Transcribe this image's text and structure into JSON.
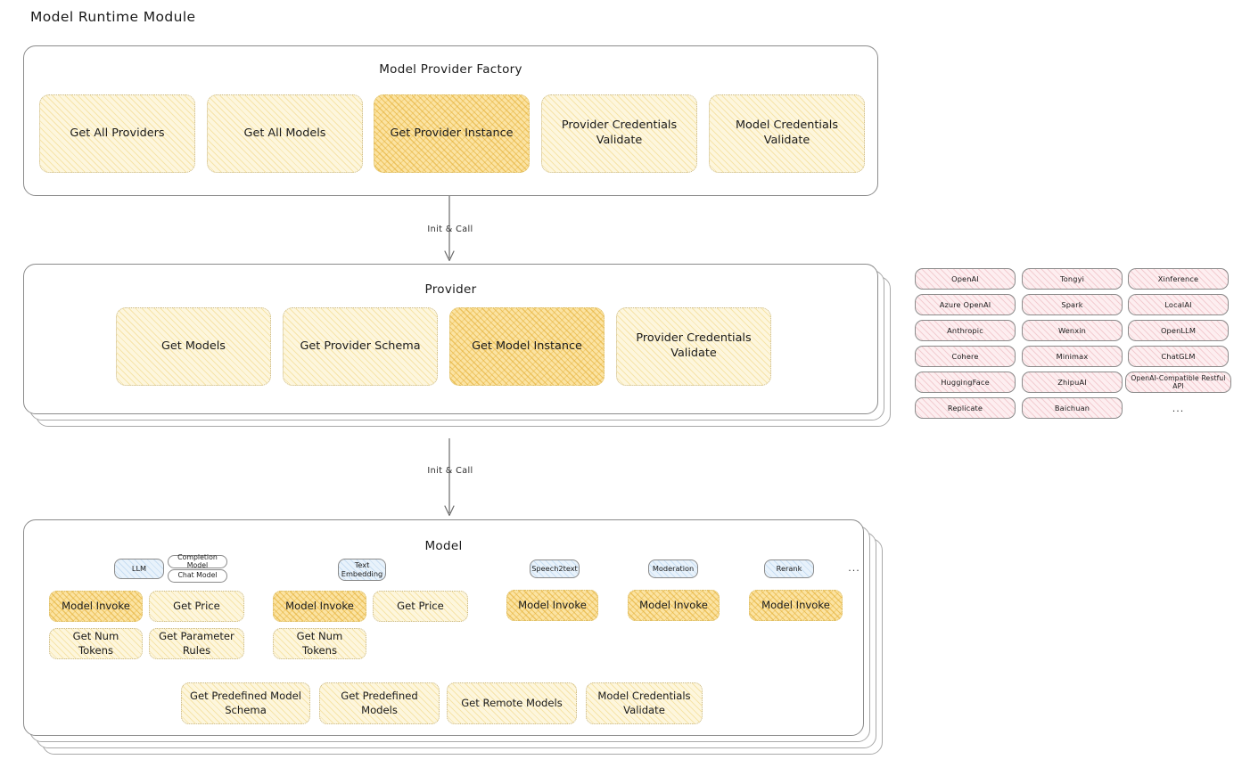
{
  "page": {
    "title": "Model Runtime Module"
  },
  "factory": {
    "title": "Model Provider Factory",
    "nodes": [
      {
        "label": "Get All Providers",
        "highlighted": false
      },
      {
        "label": "Get All Models",
        "highlighted": false
      },
      {
        "label": "Get Provider Instance",
        "highlighted": true
      },
      {
        "label": "Provider Credentials Validate",
        "highlighted": false
      },
      {
        "label": "Model Credentials Validate",
        "highlighted": false
      }
    ]
  },
  "arrow1": {
    "label": "Init & Call"
  },
  "provider": {
    "title": "Provider",
    "nodes": [
      {
        "label": "Get Models",
        "highlighted": false
      },
      {
        "label": "Get Provider Schema",
        "highlighted": false
      },
      {
        "label": "Get Model Instance",
        "highlighted": true
      },
      {
        "label": "Provider Credentials Validate",
        "highlighted": false
      }
    ]
  },
  "arrow2": {
    "label": "Init & Call"
  },
  "provider_list": {
    "columns": [
      [
        "OpenAI",
        "Azure OpenAI",
        "Anthropic",
        "Cohere",
        "HuggingFace",
        "Replicate"
      ],
      [
        "Tongyi",
        "Spark",
        "Wenxin",
        "Minimax",
        "ZhipuAI",
        "Baichuan"
      ],
      [
        "Xinference",
        "LocalAI",
        "OpenLLM",
        "ChatGLM",
        "OpenAI-Compatible Restful API"
      ]
    ],
    "more": "..."
  },
  "model": {
    "title": "Model",
    "more": "...",
    "types": [
      {
        "name": "LLM",
        "sub_pills": [
          "Completion Model",
          "Chat Model"
        ],
        "nodes": [
          {
            "label": "Model Invoke",
            "highlighted": true
          },
          {
            "label": "Get Price",
            "highlighted": false
          },
          {
            "label": "Get Num Tokens",
            "highlighted": false
          },
          {
            "label": "Get Parameter Rules",
            "highlighted": false
          }
        ]
      },
      {
        "name": "Text Embedding",
        "sub_pills": [],
        "nodes": [
          {
            "label": "Model Invoke",
            "highlighted": true
          },
          {
            "label": "Get Price",
            "highlighted": false
          },
          {
            "label": "Get Num Tokens",
            "highlighted": false
          }
        ]
      },
      {
        "name": "Speech2text",
        "sub_pills": [],
        "nodes": [
          {
            "label": "Model Invoke",
            "highlighted": true
          }
        ]
      },
      {
        "name": "Moderation",
        "sub_pills": [],
        "nodes": [
          {
            "label": "Model Invoke",
            "highlighted": true
          }
        ]
      },
      {
        "name": "Rerank",
        "sub_pills": [],
        "nodes": [
          {
            "label": "Model Invoke",
            "highlighted": true
          }
        ]
      }
    ],
    "common_nodes": [
      {
        "label": "Get Predefined Model Schema"
      },
      {
        "label": "Get Predefined Models"
      },
      {
        "label": "Get Remote Models"
      },
      {
        "label": "Model Credentials Validate"
      }
    ]
  },
  "colors": {
    "node_fill": "#fdf6dd",
    "node_highlight_fill": "#fbe3a2",
    "provider_pill_fill": "#fdeef0",
    "type_pill_fill": "#e8f2fb",
    "card_border": "#8b8b8b",
    "background": "#ffffff"
  }
}
